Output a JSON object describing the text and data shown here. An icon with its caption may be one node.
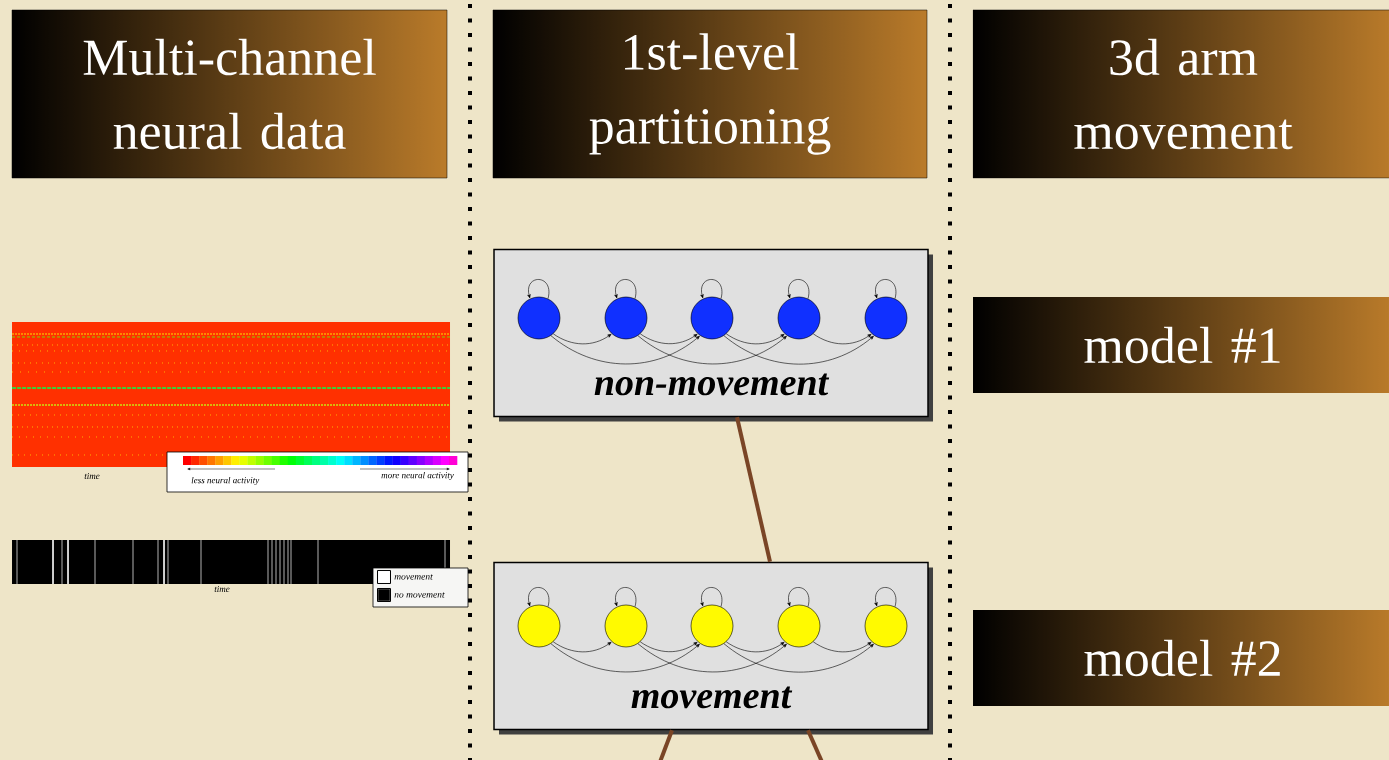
{
  "diagram": {
    "nodes": [
      {
        "text": [
          "Multi-channel neural data"
        ]
      },
      {
        "text": [
          "1st-level partitioning"
        ]
      },
      {
        "text": [
          "3d arm movement"
        ]
      },
      {
        "text": [
          "non-movement"
        ]
      },
      {
        "text": [],
        "shape": "circle",
        "in": 3
      },
      {
        "text": [],
        "shape": "circle",
        "in": 3
      },
      {
        "text": [],
        "shape": "circle",
        "in": 3
      },
      {
        "text": [],
        "shape": "circle",
        "in": 3
      },
      {
        "text": [],
        "shape": "circle",
        "in": 3
      },
      {
        "text": [
          "model #1"
        ]
      },
      {
        "text": [
          "movement"
        ]
      },
      {
        "text": [],
        "shape": "circle",
        "in": 10
      },
      {
        "text": [],
        "shape": "circle",
        "in": 10
      },
      {
        "text": [],
        "shape": "circle",
        "in": 10
      },
      {
        "text": [],
        "shape": "circle",
        "in": 10
      },
      {
        "text": [],
        "shape": "circle",
        "in": 10
      },
      {
        "text": [
          "model #2"
        ]
      }
    ],
    "edges": [
      {
        "from": 3,
        "to": 10,
        "arrow": "none",
        "style": "thick",
        "color": "#7a4526"
      },
      {
        "from": 10,
        "to": null,
        "arrow": "none",
        "style": "thick",
        "color": "#7a4526"
      },
      {
        "from": 10,
        "to": null,
        "arrow": "none",
        "style": "thick",
        "color": "#7a4526"
      },
      {
        "from": 4,
        "to": 4,
        "arrow": "to"
      },
      {
        "from": 5,
        "to": 5,
        "arrow": "to"
      },
      {
        "from": 6,
        "to": 6,
        "arrow": "to"
      },
      {
        "from": 7,
        "to": 7,
        "arrow": "to"
      },
      {
        "from": 8,
        "to": 8,
        "arrow": "to"
      },
      {
        "from": 4,
        "to": 5,
        "arrow": "to"
      },
      {
        "from": 5,
        "to": 6,
        "arrow": "to"
      },
      {
        "from": 6,
        "to": 7,
        "arrow": "to"
      },
      {
        "from": 7,
        "to": 8,
        "arrow": "to"
      },
      {
        "from": 4,
        "to": 6,
        "arrow": "to"
      },
      {
        "from": 5,
        "to": 7,
        "arrow": "to"
      },
      {
        "from": 6,
        "to": 8,
        "arrow": "to"
      },
      {
        "from": 11,
        "to": 11,
        "arrow": "to"
      },
      {
        "from": 12,
        "to": 12,
        "arrow": "to"
      },
      {
        "from": 13,
        "to": 13,
        "arrow": "to"
      },
      {
        "from": 14,
        "to": 14,
        "arrow": "to"
      },
      {
        "from": 15,
        "to": 15,
        "arrow": "to"
      },
      {
        "from": 11,
        "to": 12,
        "arrow": "to"
      },
      {
        "from": 12,
        "to": 13,
        "arrow": "to"
      },
      {
        "from": 13,
        "to": 14,
        "arrow": "to"
      },
      {
        "from": 14,
        "to": 15,
        "arrow": "to"
      },
      {
        "from": 11,
        "to": 13,
        "arrow": "to"
      },
      {
        "from": 12,
        "to": 14,
        "arrow": "to"
      },
      {
        "from": 13,
        "to": 15,
        "arrow": "to"
      }
    ],
    "labels": [
      "time",
      "less neural activity",
      "more neural activity",
      "time"
    ],
    "legend": [
      {
        "text": "movement",
        "color": "#ffffff"
      },
      {
        "text": "no movement",
        "color": "#000000"
      }
    ]
  }
}
